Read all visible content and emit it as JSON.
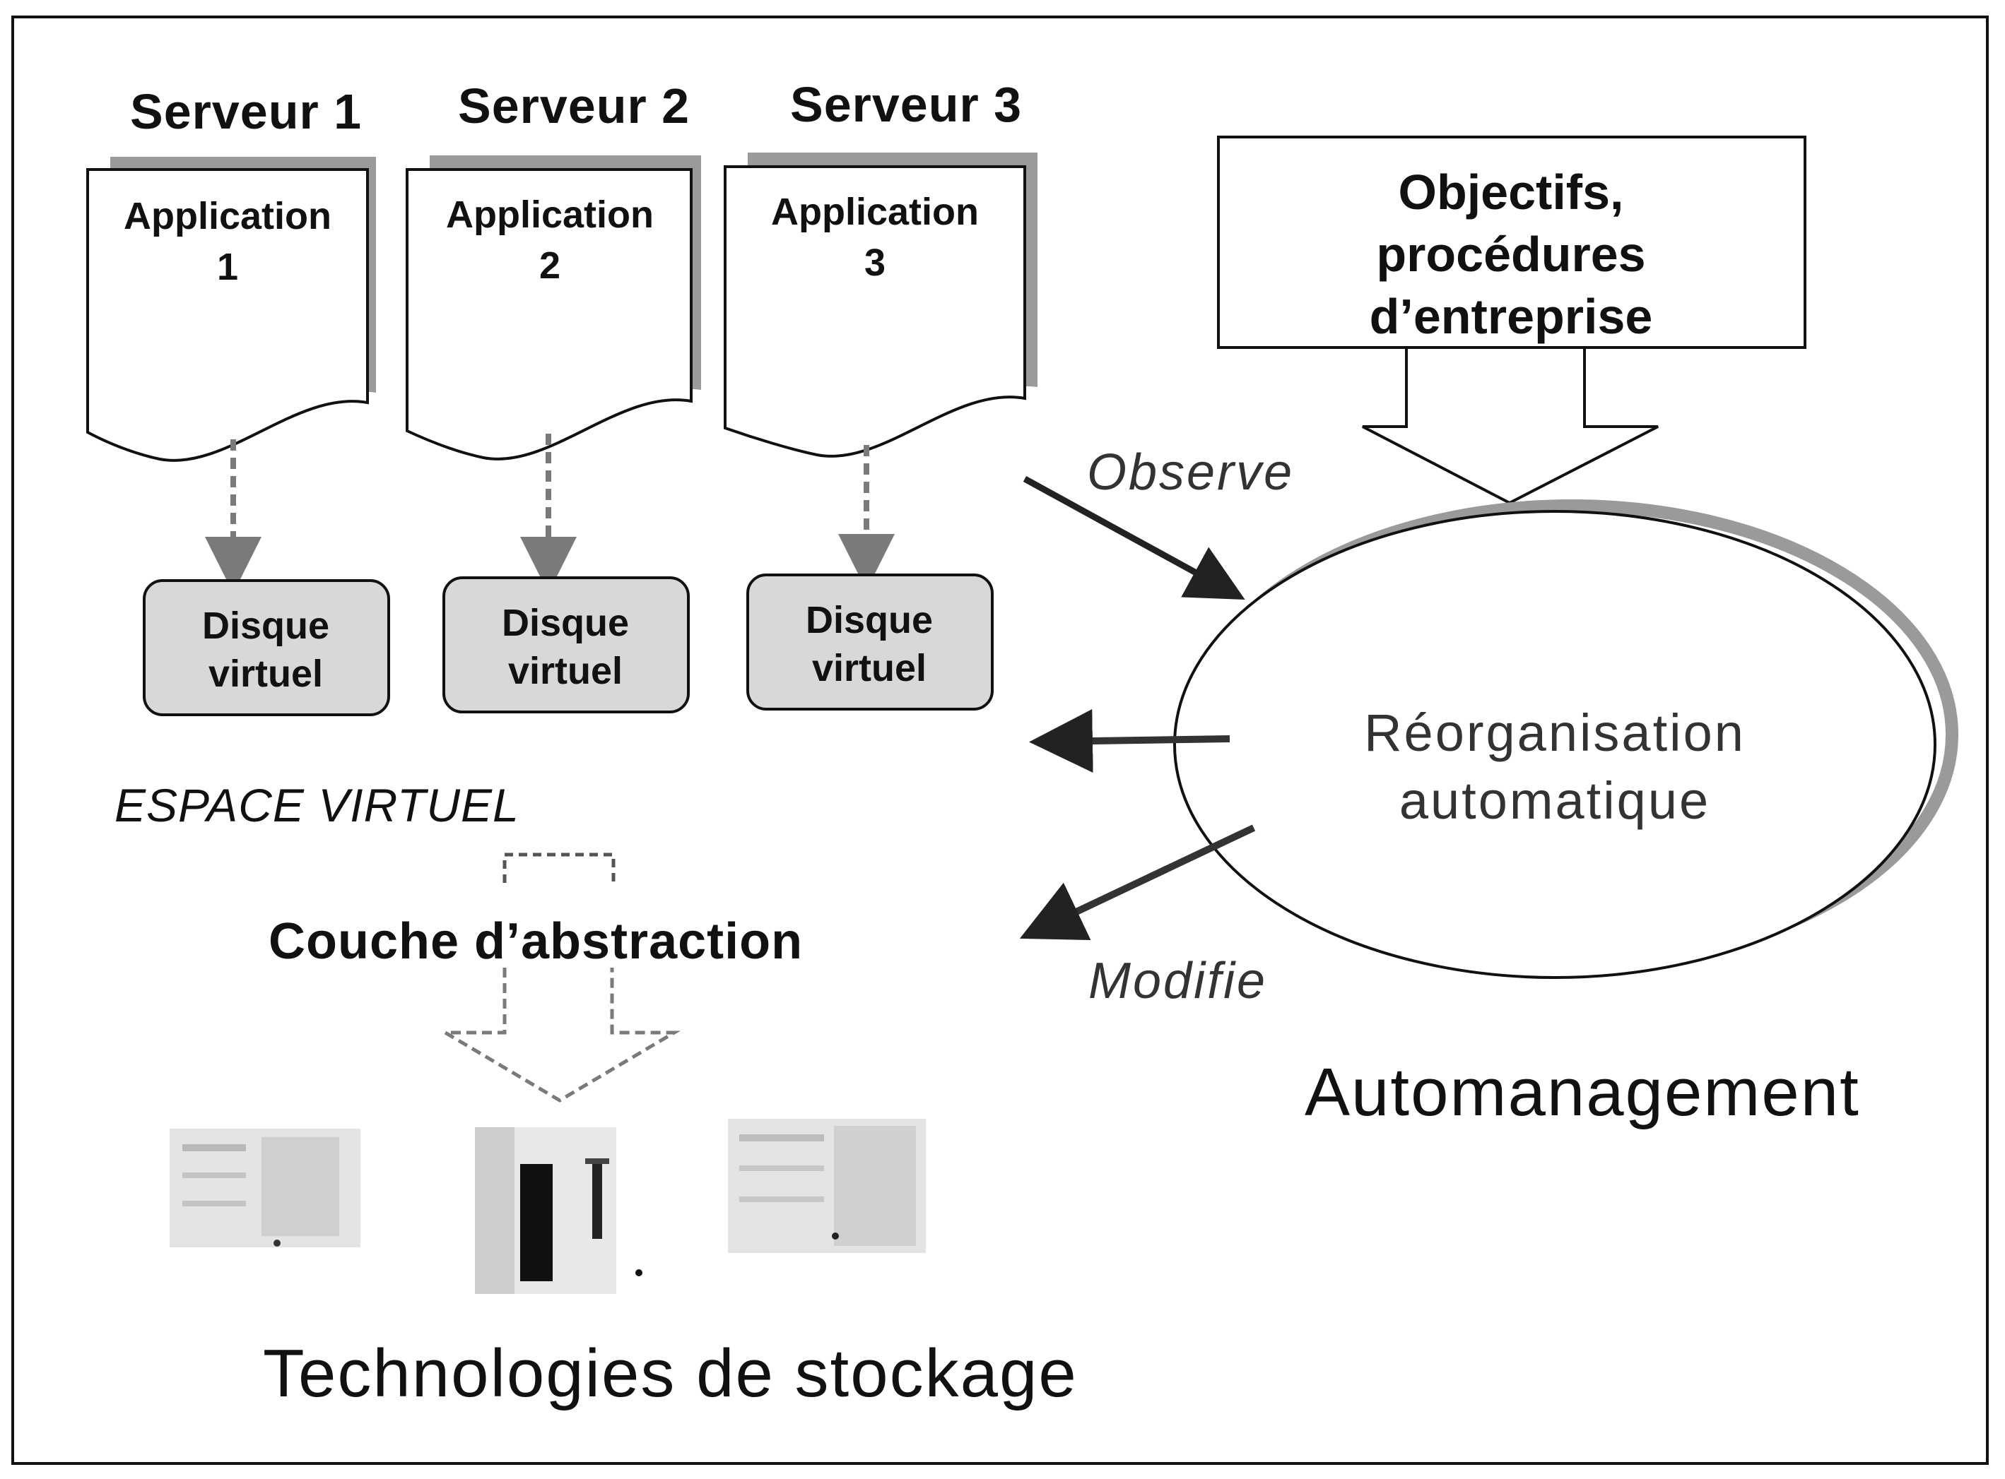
{
  "servers": [
    {
      "title": "Serveur  1",
      "app_line1": "Application",
      "app_line2": "1",
      "disk_line1": "Disque",
      "disk_line2": "virtuel"
    },
    {
      "title": "Serveur 2",
      "app_line1": "Application",
      "app_line2": "2",
      "disk_line1": "Disque",
      "disk_line2": "virtuel"
    },
    {
      "title": "Serveur 3",
      "app_line1": "Application",
      "app_line2": "3",
      "disk_line1": "Disque",
      "disk_line2": "virtuel"
    }
  ],
  "virtual_space_label": "ESPACE VIRTUEL",
  "abstraction_label": "Couche d’abstraction",
  "storage_label": "Technologies de stockage",
  "goals": {
    "line1": "Objectifs,",
    "line2": "procédures",
    "line3": "d’entreprise"
  },
  "loop": {
    "line1": "Réorganisation",
    "line2": "automatique",
    "observe_label": "Observe",
    "modify_label": "Modifie"
  },
  "automanagement_label": "Automanagement",
  "colors": {
    "ink": "#111111",
    "disk_fill": "#d8d8d8",
    "shadow": "#9a9a9a",
    "arrow_gray": "#7a7a7a"
  }
}
